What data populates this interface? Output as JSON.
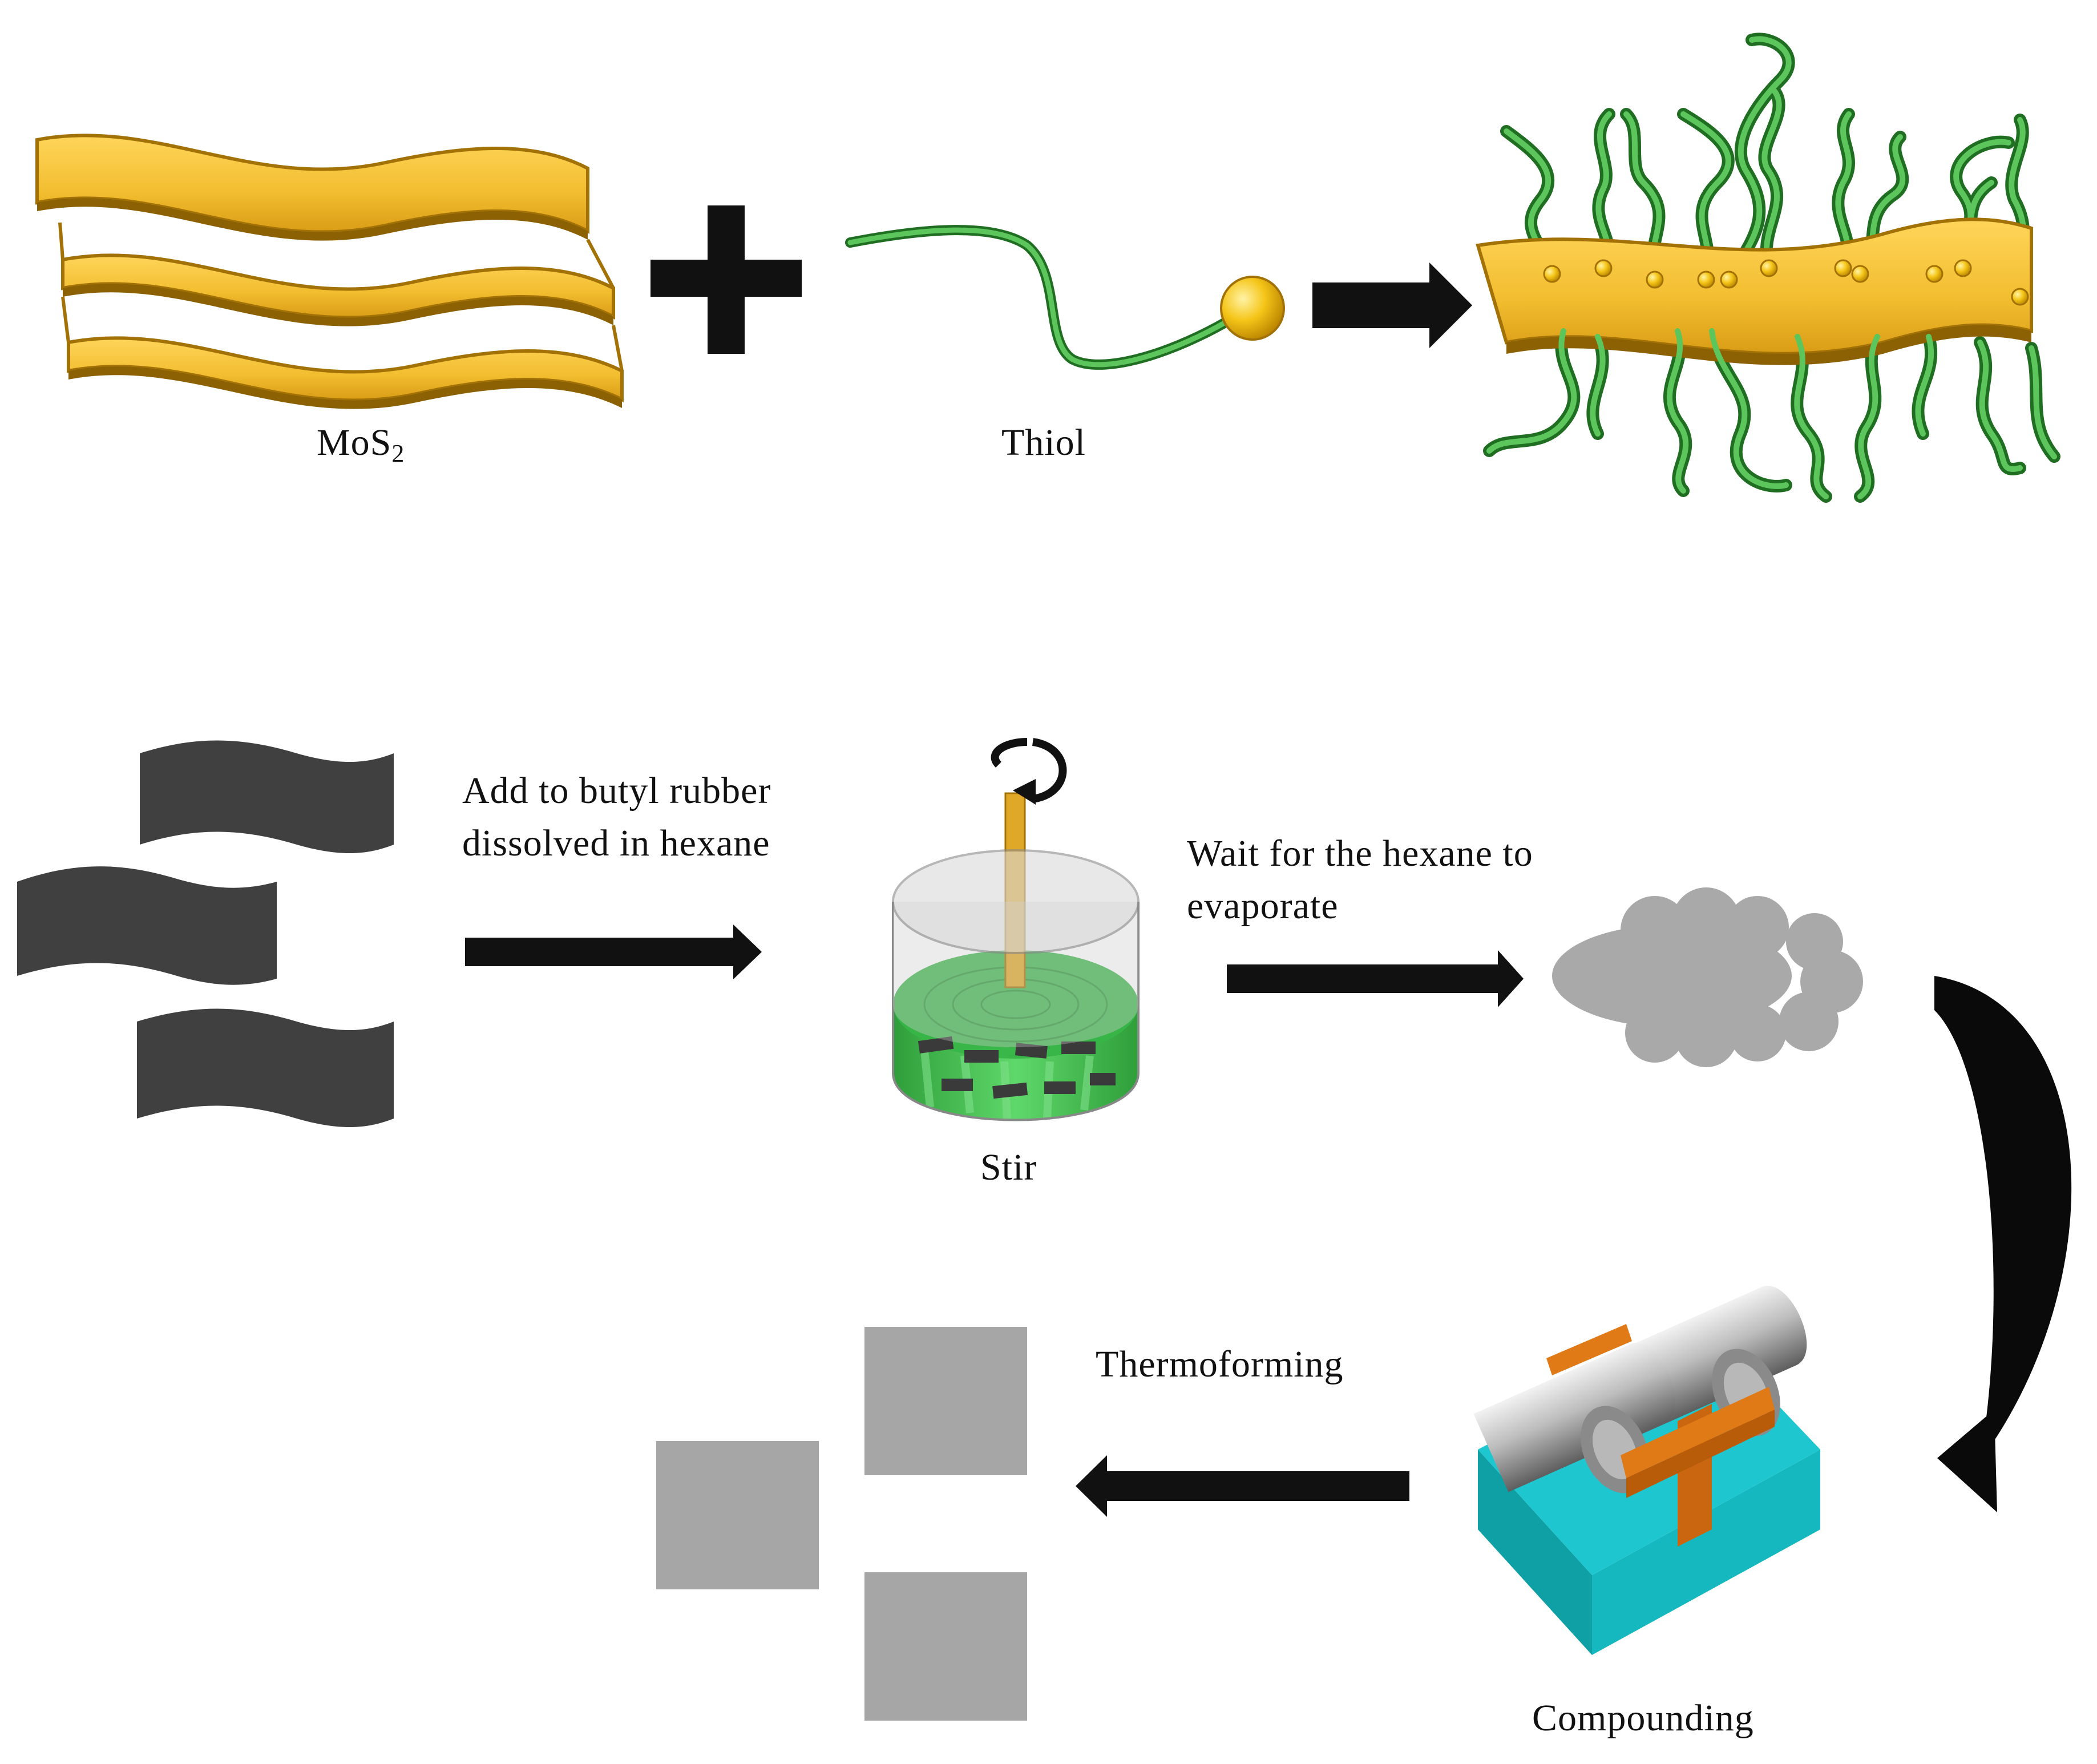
{
  "labels": {
    "mos2_main": "MoS",
    "mos2_sub": "2",
    "thiol": "Thiol",
    "add_line1": "Add to butyl rubber",
    "add_line2": "dissolved in hexane",
    "stir": "Stir",
    "wait_line1": "Wait for the hexane to",
    "wait_line2": "evaporate",
    "thermoforming": "Thermoforming",
    "compounding": "Compounding"
  },
  "colors": {
    "gold": "#f2bd2f",
    "gold_edge": "#b9830c",
    "green": "#3aa43a",
    "green_dark": "#1f6e22",
    "sheet_dark": "#404040",
    "gray_square": "#a6a6a6",
    "cloud": "#a9a9a9",
    "teal": "#16b8bf",
    "orange": "#e07a16",
    "arrow": "#000000"
  },
  "icons": [
    "mos2-layers-icon",
    "plus-icon",
    "thiol-molecule-icon",
    "arrow-right-icon",
    "functionalized-sheet-icon",
    "dark-sheets-icon",
    "beaker-stir-icon",
    "cloud-icon",
    "curved-arrow-icon",
    "two-roll-mill-icon",
    "arrow-left-icon",
    "square-samples-icon"
  ]
}
